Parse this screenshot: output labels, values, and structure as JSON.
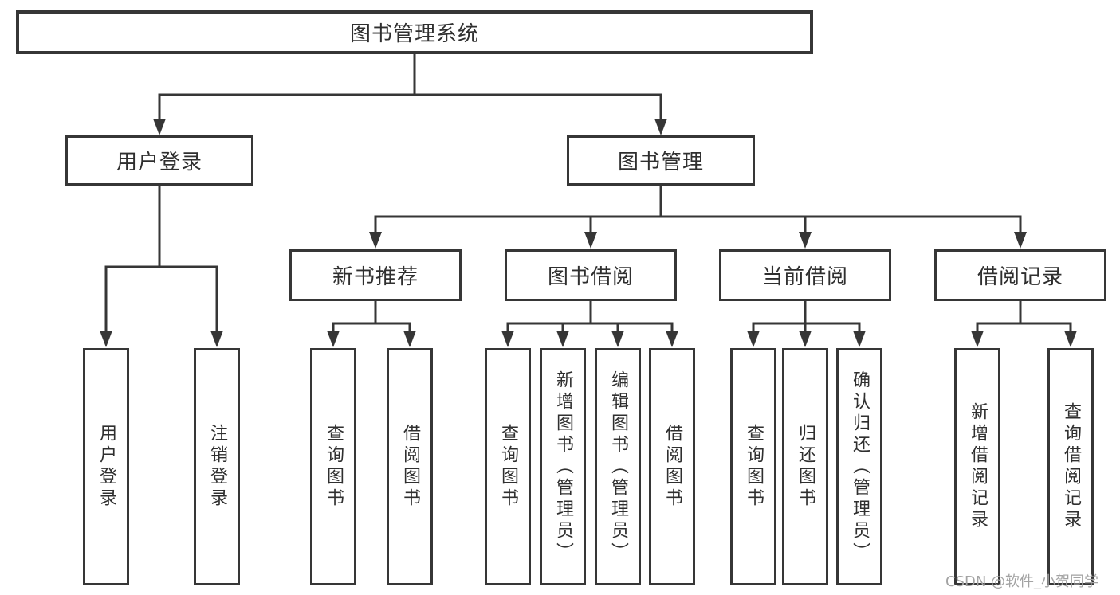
{
  "diagram": {
    "title": "图书管理系统",
    "nodes": {
      "root": "图书管理系统",
      "user_login": "用户登录",
      "book_mgmt": "图书管理",
      "new_book": "新书推荐",
      "book_borrow": "图书借阅",
      "current_borrow": "当前借阅",
      "borrow_record": "借阅记录",
      "leaves": {
        "user_login": [
          "用户登录",
          "注销登录"
        ],
        "new_book": [
          "查询图书",
          "借阅图书"
        ],
        "book_borrow": [
          "查询图书",
          "新增图书（管理员）",
          "编辑图书（管理员）",
          "借阅图书"
        ],
        "current_borrow": [
          "查询图书",
          "归还图书",
          "确认归还（管理员）"
        ],
        "borrow_record": [
          "新增借阅记录",
          "查询借阅记录"
        ]
      }
    },
    "colors": {
      "line": "#363636",
      "text": "#2f2f2f",
      "background": "#ffffff",
      "watermark": "#a3a3a3"
    }
  },
  "watermark": "CSDN @软件_小贺同学"
}
